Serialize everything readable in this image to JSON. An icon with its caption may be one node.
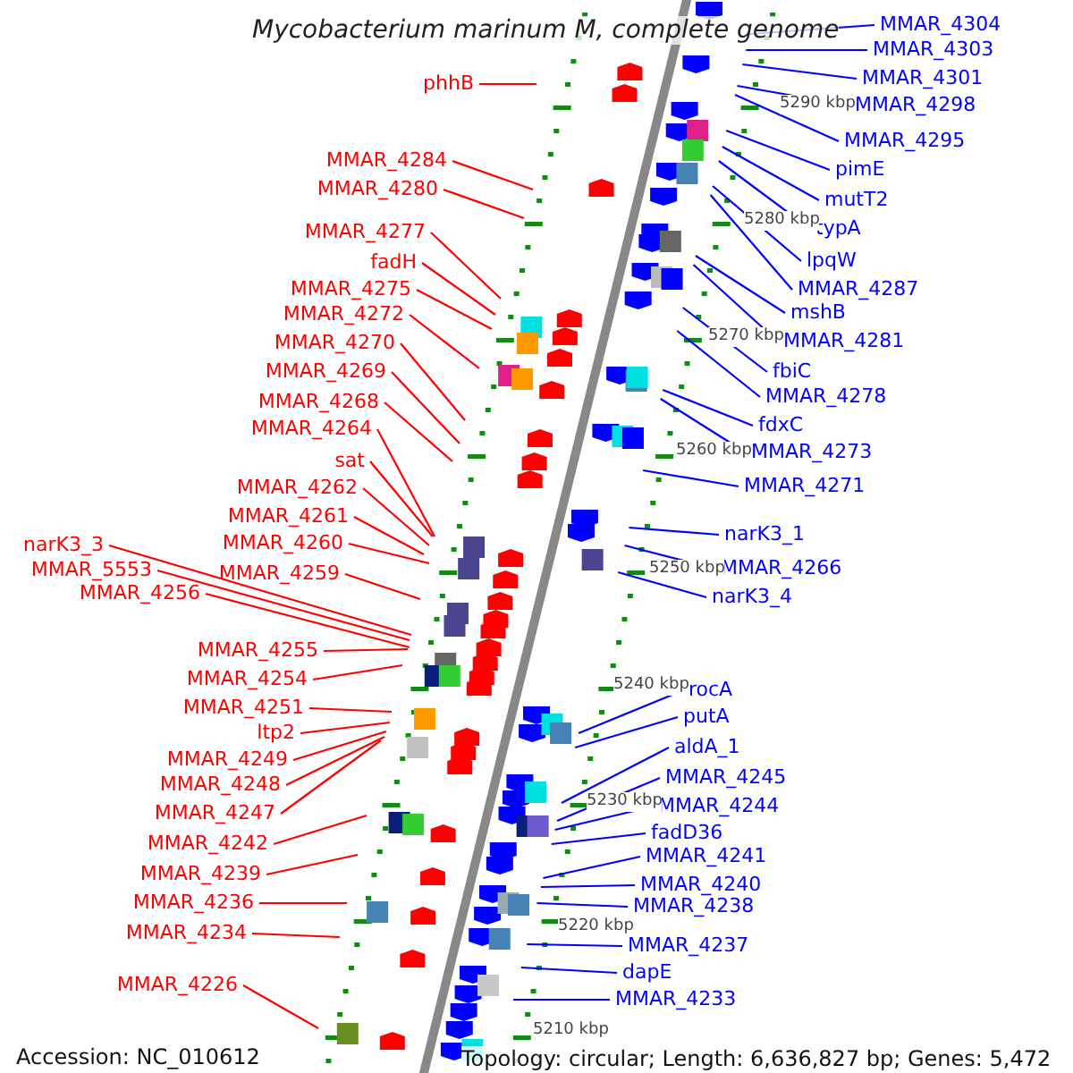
{
  "diagram": {
    "title": "Mycobacterium marinum M, complete genome",
    "nodes": [
      {
        "text": [
          "phhB"
        ]
      },
      {
        "text": [
          "MMAR_4284"
        ]
      },
      {
        "text": [
          "MMAR_4280"
        ]
      },
      {
        "text": [
          "MMAR_4277"
        ]
      },
      {
        "text": [
          "fadH"
        ]
      },
      {
        "text": [
          "MMAR_4275"
        ]
      },
      {
        "text": [
          "MMAR_4272"
        ]
      },
      {
        "text": [
          "MMAR_4270"
        ]
      },
      {
        "text": [
          "MMAR_4269"
        ]
      },
      {
        "text": [
          "MMAR_4268"
        ]
      },
      {
        "text": [
          "MMAR_4264"
        ]
      },
      {
        "text": [
          "sat"
        ]
      },
      {
        "text": [
          "MMAR_4262"
        ]
      },
      {
        "text": [
          "MMAR_4261"
        ]
      },
      {
        "text": [
          "MMAR_4260"
        ]
      },
      {
        "text": [
          "narK3_3"
        ]
      },
      {
        "text": [
          "MMAR_5553"
        ]
      },
      {
        "text": [
          "MMAR_4259"
        ]
      },
      {
        "text": [
          "MMAR_4256"
        ]
      },
      {
        "text": [
          "MMAR_4255"
        ]
      },
      {
        "text": [
          "MMAR_4254"
        ]
      },
      {
        "text": [
          "MMAR_4251"
        ]
      },
      {
        "text": [
          "ltp2"
        ]
      },
      {
        "text": [
          "MMAR_4249"
        ]
      },
      {
        "text": [
          "MMAR_4248"
        ]
      },
      {
        "text": [
          "MMAR_4247"
        ]
      },
      {
        "text": [
          "MMAR_4242"
        ]
      },
      {
        "text": [
          "MMAR_4239"
        ]
      },
      {
        "text": [
          "MMAR_4236"
        ]
      },
      {
        "text": [
          "MMAR_4234"
        ]
      },
      {
        "text": [
          "MMAR_4226"
        ]
      },
      {
        "text": [
          "MMAR_4304"
        ]
      },
      {
        "text": [
          "MMAR_4303"
        ]
      },
      {
        "text": [
          "MMAR_4301"
        ]
      },
      {
        "text": [
          "MMAR_4298"
        ]
      },
      {
        "text": [
          "MMAR_4295"
        ]
      },
      {
        "text": [
          "pimE"
        ]
      },
      {
        "text": [
          "mutT2"
        ]
      },
      {
        "text": [
          "typA"
        ]
      },
      {
        "text": [
          "lpqW"
        ]
      },
      {
        "text": [
          "MMAR_4287"
        ]
      },
      {
        "text": [
          "mshB"
        ]
      },
      {
        "text": [
          "MMAR_4281"
        ]
      },
      {
        "text": [
          "fbiC"
        ]
      },
      {
        "text": [
          "MMAR_4278"
        ]
      },
      {
        "text": [
          "fdxC"
        ]
      },
      {
        "text": [
          "MMAR_4273"
        ]
      },
      {
        "text": [
          "MMAR_4271"
        ]
      },
      {
        "text": [
          "narK3_1"
        ]
      },
      {
        "text": [
          "MMAR_4266"
        ]
      },
      {
        "text": [
          "narK3_4"
        ]
      },
      {
        "text": [
          "rocA"
        ]
      },
      {
        "text": [
          "putA"
        ]
      },
      {
        "text": [
          "aldA_1"
        ]
      },
      {
        "text": [
          "MMAR_4245"
        ]
      },
      {
        "text": [
          "MMAR_4244"
        ]
      },
      {
        "text": [
          "fadD36"
        ]
      },
      {
        "text": [
          "MMAR_4241"
        ]
      },
      {
        "text": [
          "MMAR_4240"
        ]
      },
      {
        "text": [
          "MMAR_4238"
        ]
      },
      {
        "text": [
          "MMAR_4237"
        ]
      },
      {
        "text": [
          "dapE"
        ]
      },
      {
        "text": [
          "MMAR_4233"
        ]
      }
    ],
    "edges": [
      {
        "from": 0,
        "to": null,
        "arrow": "none",
        "color": "#ff0000"
      },
      {
        "from": 1,
        "to": null,
        "arrow": "none",
        "color": "#ff0000"
      },
      {
        "from": 2,
        "to": null,
        "arrow": "none",
        "color": "#ff0000"
      },
      {
        "from": 3,
        "to": null,
        "arrow": "none",
        "color": "#ff0000"
      },
      {
        "from": 4,
        "to": null,
        "arrow": "none",
        "color": "#ff0000"
      },
      {
        "from": 5,
        "to": null,
        "arrow": "none",
        "color": "#ff0000"
      },
      {
        "from": 6,
        "to": null,
        "arrow": "none",
        "color": "#ff0000"
      },
      {
        "from": 7,
        "to": null,
        "arrow": "none",
        "color": "#ff0000"
      },
      {
        "from": 8,
        "to": null,
        "arrow": "none",
        "color": "#ff0000"
      },
      {
        "from": 9,
        "to": null,
        "arrow": "none",
        "color": "#ff0000"
      },
      {
        "from": 10,
        "to": null,
        "arrow": "none",
        "color": "#ff0000"
      },
      {
        "from": 11,
        "to": null,
        "arrow": "none",
        "color": "#ff0000"
      },
      {
        "from": 12,
        "to": null,
        "arrow": "none",
        "color": "#ff0000"
      },
      {
        "from": 13,
        "to": null,
        "arrow": "none",
        "color": "#ff0000"
      },
      {
        "from": 14,
        "to": null,
        "arrow": "none",
        "color": "#ff0000"
      },
      {
        "from": 15,
        "to": null,
        "arrow": "none",
        "color": "#ff0000"
      },
      {
        "from": 16,
        "to": null,
        "arrow": "none",
        "color": "#ff0000"
      },
      {
        "from": 17,
        "to": null,
        "arrow": "none",
        "color": "#ff0000"
      },
      {
        "from": 18,
        "to": null,
        "arrow": "none",
        "color": "#ff0000"
      },
      {
        "from": 19,
        "to": null,
        "arrow": "none",
        "color": "#ff0000"
      },
      {
        "from": 20,
        "to": null,
        "arrow": "none",
        "color": "#ff0000"
      },
      {
        "from": 21,
        "to": null,
        "arrow": "none",
        "color": "#ff0000"
      },
      {
        "from": 22,
        "to": null,
        "arrow": "none",
        "color": "#ff0000"
      },
      {
        "from": 23,
        "to": null,
        "arrow": "none",
        "color": "#ff0000"
      },
      {
        "from": 24,
        "to": null,
        "arrow": "none",
        "color": "#ff0000"
      },
      {
        "from": 25,
        "to": null,
        "arrow": "none",
        "color": "#ff0000"
      },
      {
        "from": 26,
        "to": null,
        "arrow": "none",
        "color": "#ff0000"
      },
      {
        "from": 27,
        "to": null,
        "arrow": "none",
        "color": "#ff0000"
      },
      {
        "from": 28,
        "to": null,
        "arrow": "none",
        "color": "#ff0000"
      },
      {
        "from": 29,
        "to": null,
        "arrow": "none",
        "color": "#ff0000"
      },
      {
        "from": 30,
        "to": null,
        "arrow": "none",
        "color": "#ff0000"
      },
      {
        "from": 31,
        "to": null,
        "arrow": "none",
        "color": "#0000ff"
      },
      {
        "from": 32,
        "to": null,
        "arrow": "none",
        "color": "#0000ff"
      },
      {
        "from": 33,
        "to": null,
        "arrow": "none",
        "color": "#0000ff"
      },
      {
        "from": 34,
        "to": null,
        "arrow": "none",
        "color": "#0000ff"
      },
      {
        "from": 35,
        "to": null,
        "arrow": "none",
        "color": "#0000ff"
      },
      {
        "from": 36,
        "to": null,
        "arrow": "none",
        "color": "#0000ff"
      },
      {
        "from": 37,
        "to": null,
        "arrow": "none",
        "color": "#0000ff"
      },
      {
        "from": 38,
        "to": null,
        "arrow": "none",
        "color": "#0000ff"
      },
      {
        "from": 39,
        "to": null,
        "arrow": "none",
        "color": "#0000ff"
      },
      {
        "from": 40,
        "to": null,
        "arrow": "none",
        "color": "#0000ff"
      },
      {
        "from": 41,
        "to": null,
        "arrow": "none",
        "color": "#0000ff"
      },
      {
        "from": 42,
        "to": null,
        "arrow": "none",
        "color": "#0000ff"
      },
      {
        "from": 43,
        "to": null,
        "arrow": "none",
        "color": "#0000ff"
      },
      {
        "from": 44,
        "to": null,
        "arrow": "none",
        "color": "#0000ff"
      },
      {
        "from": 45,
        "to": null,
        "arrow": "none",
        "color": "#0000ff"
      },
      {
        "from": 46,
        "to": null,
        "arrow": "none",
        "color": "#0000ff"
      },
      {
        "from": 47,
        "to": null,
        "arrow": "none",
        "color": "#0000ff"
      },
      {
        "from": 48,
        "to": null,
        "arrow": "none",
        "color": "#0000ff"
      },
      {
        "from": 49,
        "to": null,
        "arrow": "none",
        "color": "#0000ff"
      },
      {
        "from": 50,
        "to": null,
        "arrow": "none",
        "color": "#0000ff"
      },
      {
        "from": 51,
        "to": null,
        "arrow": "none",
        "color": "#0000ff"
      },
      {
        "from": 52,
        "to": null,
        "arrow": "none",
        "color": "#0000ff"
      },
      {
        "from": 53,
        "to": null,
        "arrow": "none",
        "color": "#0000ff"
      },
      {
        "from": 54,
        "to": null,
        "arrow": "none",
        "color": "#0000ff"
      },
      {
        "from": 55,
        "to": null,
        "arrow": "none",
        "color": "#0000ff"
      },
      {
        "from": 56,
        "to": null,
        "arrow": "none",
        "color": "#0000ff"
      },
      {
        "from": 57,
        "to": null,
        "arrow": "none",
        "color": "#0000ff"
      },
      {
        "from": 58,
        "to": null,
        "arrow": "none",
        "color": "#0000ff"
      },
      {
        "from": 59,
        "to": null,
        "arrow": "none",
        "color": "#0000ff"
      },
      {
        "from": 60,
        "to": null,
        "arrow": "none",
        "color": "#0000ff"
      },
      {
        "from": 61,
        "to": null,
        "arrow": "none",
        "color": "#0000ff"
      },
      {
        "from": 62,
        "to": null,
        "arrow": "none",
        "color": "#0000ff"
      }
    ],
    "labels": [
      "5290 kbp",
      "5280 kbp",
      "5270 kbp",
      "5260 kbp",
      "5250 kbp",
      "5240 kbp",
      "5230 kbp",
      "5220 kbp",
      "5210 kbp",
      "Accession: NC_010612",
      "Topology: circular; Length: 6,636,827 bp; Genes: 5,472"
    ]
  }
}
